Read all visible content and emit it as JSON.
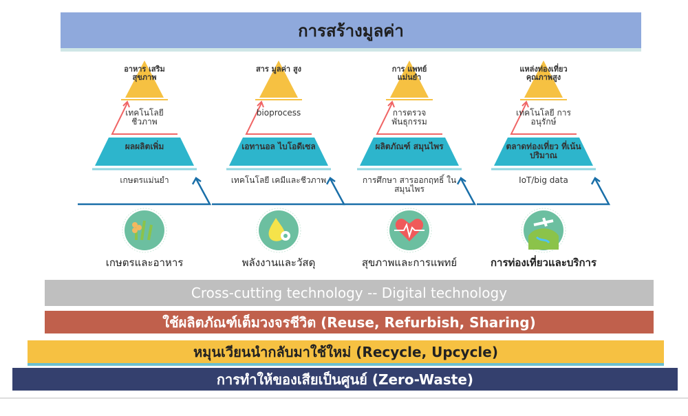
{
  "title": "การสร้างมูลค่า",
  "columns": [
    {
      "top": "อาหาร เสริม สุขภาพ",
      "mid": "เทคโนโลยี ชีวภาพ",
      "trap": "ผลผลิตเพิ่ม",
      "base": "เกษตรแม่นยำ",
      "label": "เกษตรและอาหาร",
      "icon": "rice-plant-icon"
    },
    {
      "top": "สาร มูลค่า สูง",
      "mid": "bioprocess",
      "trap": "เอทานอล ไบโอดีเซล",
      "base": "เทคโนโลยี เคมีและชีวภาพ",
      "label": "พลังงานและวัสดุ",
      "icon": "oil-drop-gear-icon"
    },
    {
      "top": "การ แพทย์ แม่นยำ",
      "mid": "การตรวจ พันธุกรรม",
      "trap": "ผลิตภัณฑ์ สมุนไพร",
      "base": "การศึกษา สารออกฤทธิ์ ในสมุนไพร",
      "label": "สุขภาพและการแพทย์",
      "icon": "heart-pulse-icon"
    },
    {
      "top": "แหล่งท่องเที่ยว คุณภาพสูง",
      "mid": "เทคโนโลยี การอนุรักษ์",
      "trap": "ตลาดท่องเที่ยว ที่เน้นปริมาณ",
      "base": "IoT/big data",
      "label": "การท่องเที่ยวและบริการ",
      "icon": "airplane-globe-icon"
    }
  ],
  "bands": {
    "cross": "Cross-cutting technology -- Digital technology",
    "reuse": "ใช้ผลิตภัณฑ์เต็มวงจรชีวิต (Reuse, Refurbish, Sharing)",
    "recycle": "หมุนเวียนนำกลับมาใช้ใหม่ (Recycle, Upcycle)",
    "zero": "การทำให้ของเสียเป็นศูนย์ (Zero-Waste)"
  },
  "colors": {
    "title": "#8fa9dc",
    "apex": "#f6c142",
    "trap": "#2db5cc",
    "red": "#f06565",
    "blue": "#1a6fa8",
    "icon": "#6cbfa0"
  }
}
